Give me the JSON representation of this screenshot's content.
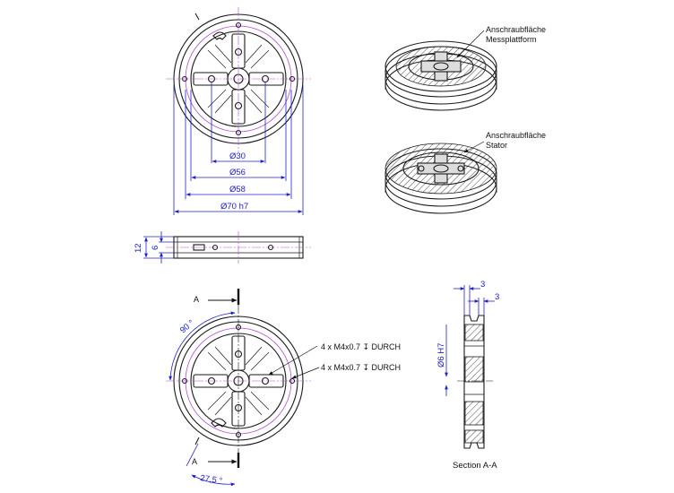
{
  "views": {
    "top": {
      "dimensions": [
        {
          "id": "d30",
          "text": "Ø30"
        },
        {
          "id": "d56",
          "text": "Ø56"
        },
        {
          "id": "d58",
          "text": "Ø58"
        },
        {
          "id": "d70",
          "text": "Ø70 h7"
        }
      ]
    },
    "side": {
      "dimensions": [
        {
          "id": "h12",
          "text": "12"
        },
        {
          "id": "h6",
          "text": "6"
        }
      ]
    },
    "iso_upper": {
      "label_line1": "Anschraubfläche",
      "label_line2": "Messplattform"
    },
    "iso_lower": {
      "label_line1": "Anschraubfläche",
      "label_line2": "Stator"
    },
    "bottom": {
      "section_marker_top": "A",
      "section_marker_bottom": "A",
      "angle_90": "90 °",
      "angle_27": "27,5 °",
      "callout_1": "4 x M4x0.7 ↧ DURCH",
      "callout_2": "4 x M4x0.7 ↧ DURCH"
    },
    "section": {
      "dim_top_1": "3",
      "dim_top_2": "3",
      "dim_bore": "Ø6 H7",
      "title": "Section A-A"
    }
  }
}
